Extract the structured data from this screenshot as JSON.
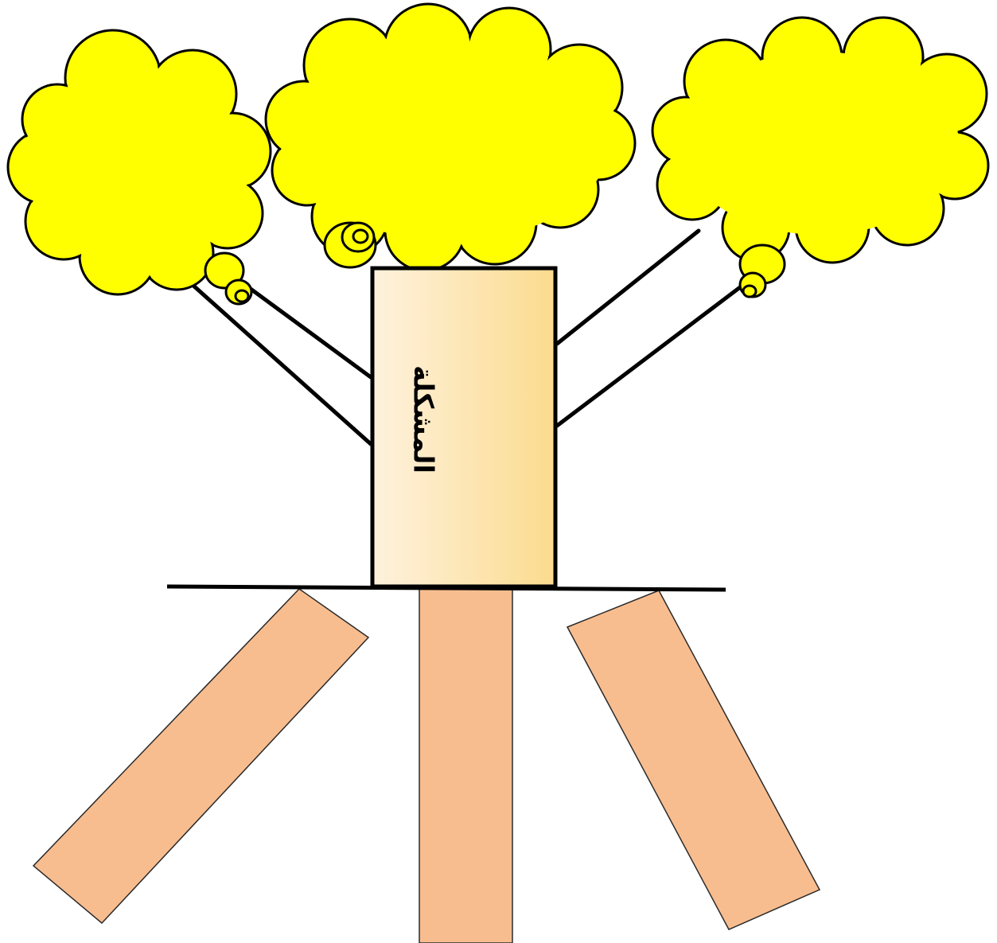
{
  "diagram": {
    "type": "problem-tree",
    "trunk_label": "المشكلة",
    "branches": [
      {
        "name": "cloud-left"
      },
      {
        "name": "cloud-center"
      },
      {
        "name": "cloud-right"
      }
    ],
    "roots": [
      {
        "name": "root-left"
      },
      {
        "name": "root-center"
      },
      {
        "name": "root-right"
      }
    ]
  },
  "colors": {
    "cloud_fill": "#FFFF00",
    "cloud_stroke": "#000000",
    "trunk_fill_start": "#FEF2DE",
    "trunk_fill_end": "#FCDB8E",
    "root_fill": "#F8BD8F",
    "root_stroke": "#2A2A2A",
    "line_color": "#000000"
  }
}
